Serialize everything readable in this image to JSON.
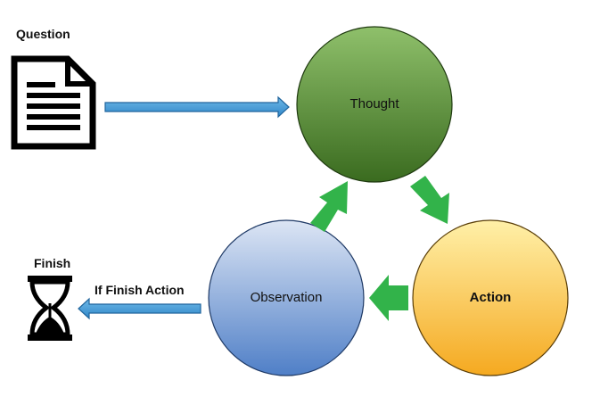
{
  "labels": {
    "question": "Question",
    "finish": "Finish",
    "if_finish_action": "If Finish Action"
  },
  "nodes": {
    "thought": "Thought",
    "action": "Action",
    "observation": "Observation"
  },
  "icons": {
    "question": "document-icon",
    "finish": "hourglass-icon"
  },
  "colors": {
    "thought_light": "#8fc06b",
    "thought_dark": "#3a6b1f",
    "action_light": "#fff0a8",
    "action_dark": "#f5a920",
    "observation_light": "#dce5f4",
    "observation_dark": "#4f7fc7",
    "cycle_arrow": "#32b34a",
    "flow_arrow": "#3799d8",
    "flow_arrow_border": "#20659d"
  }
}
